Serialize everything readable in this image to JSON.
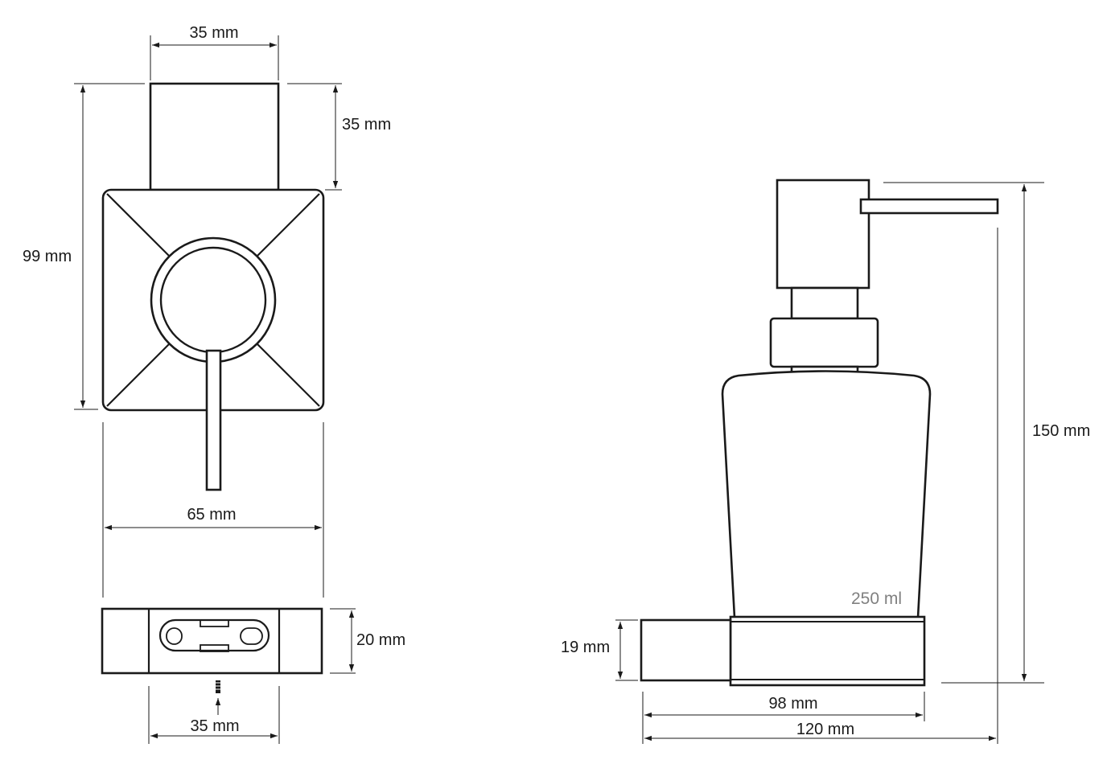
{
  "front_view": {
    "top_width_label": "35 mm",
    "top_height_label": "35 mm",
    "height_label": "99 mm",
    "width_label": "65 mm"
  },
  "bottom_view": {
    "height_label": "20 mm",
    "width_label": "35 mm"
  },
  "side_view": {
    "height_label": "150 mm",
    "base_height_label": "19 mm",
    "base_width_label": "98 mm",
    "depth_label": "120 mm",
    "capacity_label": "250 ml"
  }
}
